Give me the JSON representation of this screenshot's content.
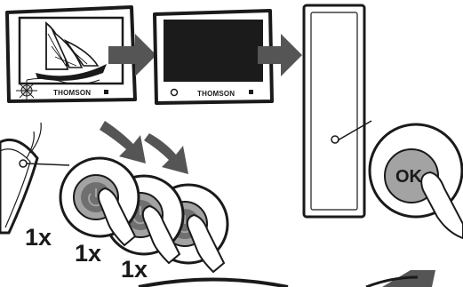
{
  "tv_screen_1": {
    "brand": "THOMSON"
  },
  "tv_screen_2": {
    "brand": "THOMSON"
  },
  "remote": {
    "ok_label": "OK"
  },
  "press_counts": [
    "1x",
    "1x",
    "1x"
  ],
  "icons": {
    "sailboat": "sailboat-picture-icon",
    "standby": "standby-light-icon",
    "power": "power-icon",
    "press": "finger-press-icon",
    "arrow": "arrow-right-icon"
  },
  "colors": {
    "ink": "#1a1a1a",
    "arrow": "#555555",
    "screen_off": "#1b1b1b",
    "button_outer": "#a3a3a3",
    "button_inner": "#6f6f6f"
  }
}
